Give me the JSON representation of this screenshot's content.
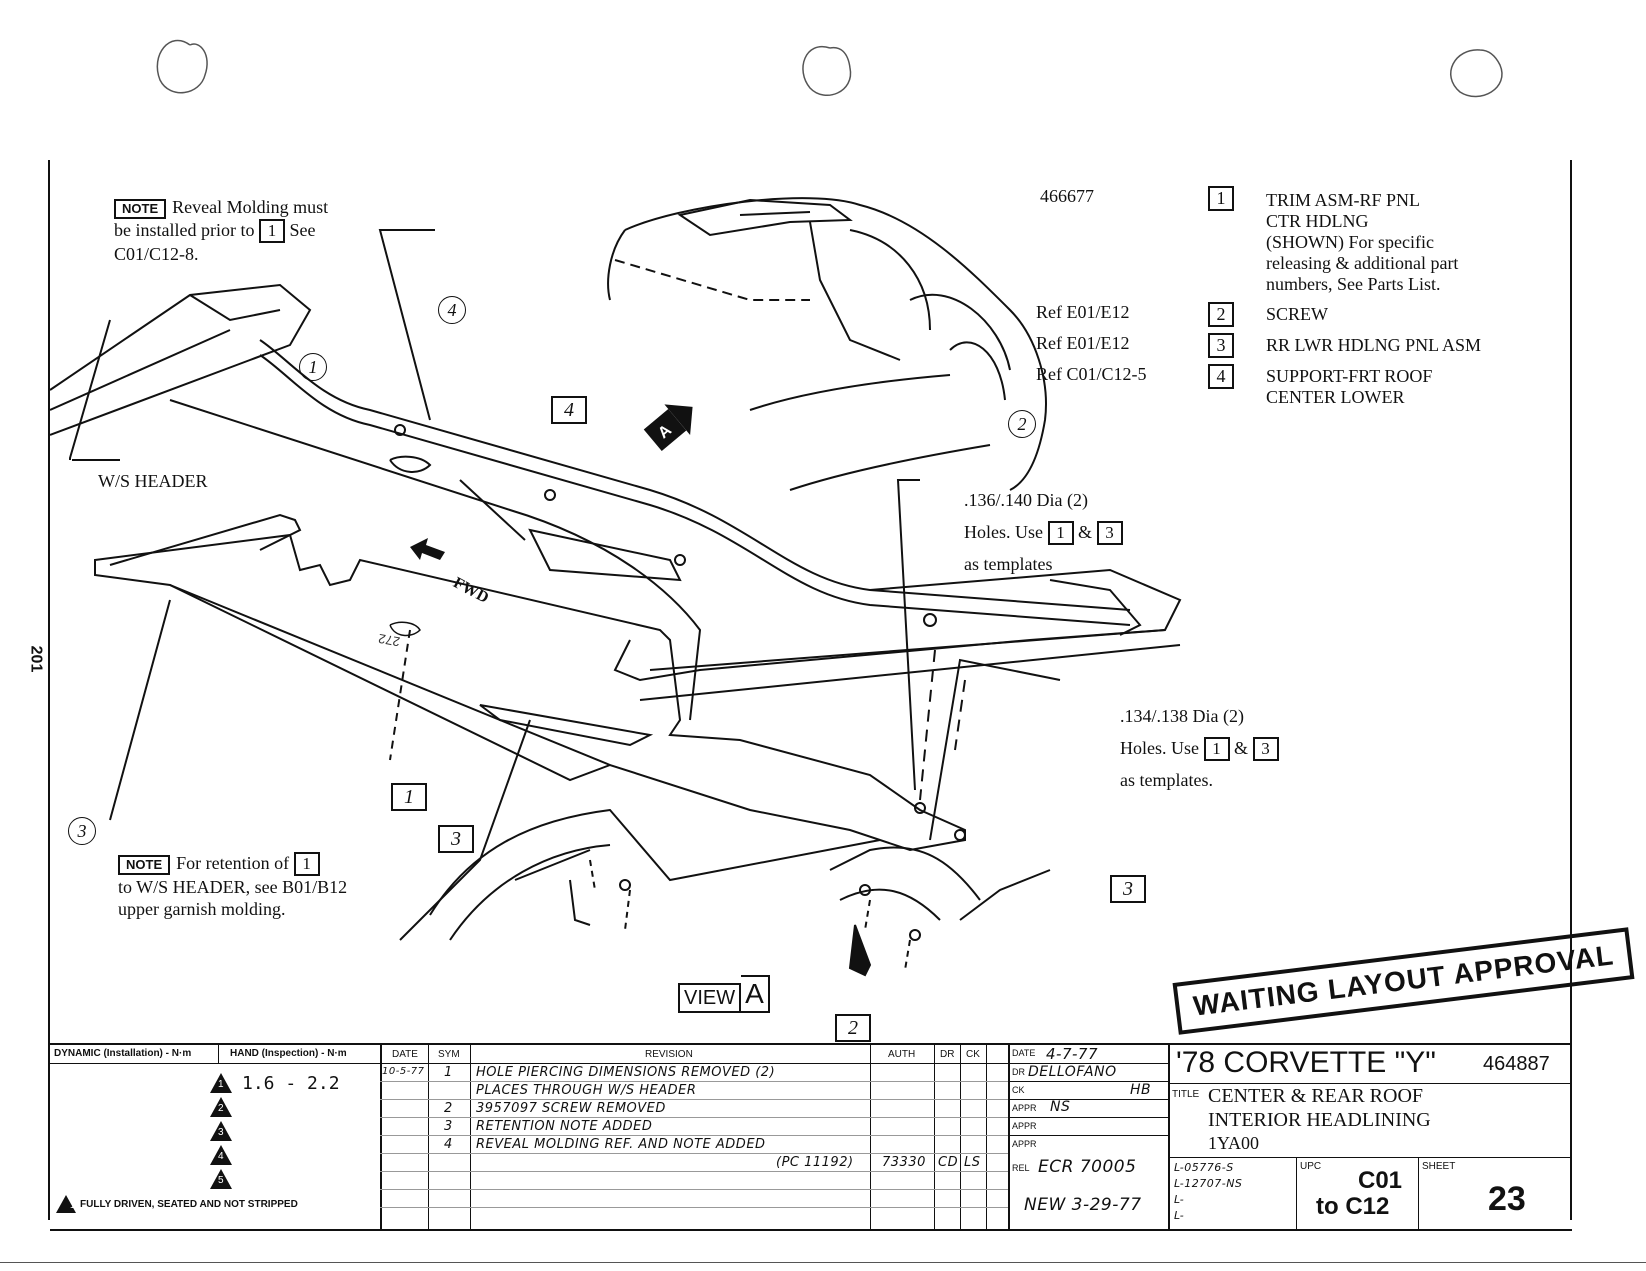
{
  "notes": {
    "top_note_tag": "NOTE",
    "top_note_text_1": "Reveal Molding must",
    "top_note_text_2": "be installed prior to",
    "top_note_ref": "1",
    "top_note_text_3": "See",
    "top_note_text_4": "C01/C12-8.",
    "bottom_note_tag": "NOTE",
    "bottom_note_text_1": "For retention of",
    "bottom_note_ref": "1",
    "bottom_note_text_2": "to W/S HEADER, see B01/B12",
    "bottom_note_text_3": "upper garnish molding."
  },
  "labels": {
    "ws_header": "W/S HEADER",
    "fwd": "FWD",
    "view": "VIEW",
    "view_letter": "A",
    "view_marker": "A",
    "circle_1": "1",
    "circle_2": "2",
    "circle_3": "3",
    "circle_4": "4",
    "box_1": "1",
    "box_2": "2",
    "box_3a": "3",
    "box_3b": "3",
    "box_4": "4",
    "margin_number": "201",
    "part_stamp": "272"
  },
  "holes_1": {
    "line1": ".136/.140 Dia (2)",
    "line2_pre": "Holes. Use",
    "ref_a": "1",
    "amp": "&",
    "ref_b": "3",
    "line3": "as templates"
  },
  "holes_2": {
    "line1": ".134/.138 Dia (2)",
    "line2_pre": "Holes. Use",
    "ref_a": "1",
    "amp": "&",
    "ref_b": "3",
    "line3": "as templates."
  },
  "parts_list": [
    {
      "ref": "466677",
      "num": "1",
      "desc": [
        "TRIM ASM-RF PNL",
        "CTR HDLNG",
        "(SHOWN) For specific",
        "releasing & additional part",
        "numbers, See Parts List."
      ]
    },
    {
      "ref": "Ref E01/E12",
      "num": "2",
      "desc": [
        "SCREW"
      ]
    },
    {
      "ref": "Ref E01/E12",
      "num": "3",
      "desc": [
        "RR LWR HDLNG PNL ASM"
      ]
    },
    {
      "ref": "Ref C01/C12-5",
      "num": "4",
      "desc": [
        "SUPPORT-FRT ROOF",
        "CENTER LOWER"
      ]
    }
  ],
  "stamp": "WAITING LAYOUT APPROVAL",
  "torque": {
    "dynamic_header": "DYNAMIC (Installation) - N·m",
    "hand_header": "HAND (Inspection) - N·m",
    "rows": [
      "1.6 - 2.2",
      "",
      "",
      "",
      ""
    ],
    "tri_labels": [
      "1",
      "2",
      "3",
      "4",
      "5"
    ],
    "footer_tri": "1",
    "footer": "FULLY DRIVEN, SEATED AND NOT STRIPPED"
  },
  "revision_table": {
    "headers": {
      "date": "DATE",
      "sym": "SYM",
      "revision": "REVISION",
      "auth": "AUTH",
      "dr": "DR",
      "ck": "CK"
    },
    "rows": [
      {
        "date": "10-5-77",
        "sym": "1",
        "text": "HOLE PIERCING DIMENSIONS REMOVED (2)"
      },
      {
        "date": "",
        "sym": "",
        "text": "PLACES THROUGH W/S HEADER"
      },
      {
        "date": "",
        "sym": "2",
        "text": "3957097 SCREW REMOVED"
      },
      {
        "date": "",
        "sym": "3",
        "text": "RETENTION NOTE ADDED"
      },
      {
        "date": "",
        "sym": "4",
        "text": "REVEAL MOLDING REF. AND NOTE ADDED"
      }
    ],
    "pc_ref": "(PC 11192)",
    "auth_val": "73330",
    "dr_val": "CD",
    "ck_val": "LS"
  },
  "approval": {
    "date_label": "DATE",
    "date_val": "4-7-77",
    "dr_label": "DR",
    "dr_val": "DELLOFANO",
    "ck_label": "CK",
    "ck_val": "HB",
    "appr_label": "APPR",
    "appr_val": "NS",
    "rel_label": "REL",
    "rel_val": "ECR 70005",
    "new_val": "NEW 3-29-77"
  },
  "title_block": {
    "model": "'78 CORVETTE \"Y\"",
    "number": "464887",
    "title_label": "TITLE",
    "title_1": "CENTER & REAR ROOF",
    "title_2": "INTERIOR HEADLINING",
    "title_3": "1YA00",
    "codes": [
      "L-05776-S",
      "L-12707-NS",
      "L-",
      "L-"
    ],
    "upc_label": "UPC",
    "upc_1": "C01",
    "upc_2": "to C12",
    "sheet_label": "SHEET",
    "sheet": "23"
  }
}
